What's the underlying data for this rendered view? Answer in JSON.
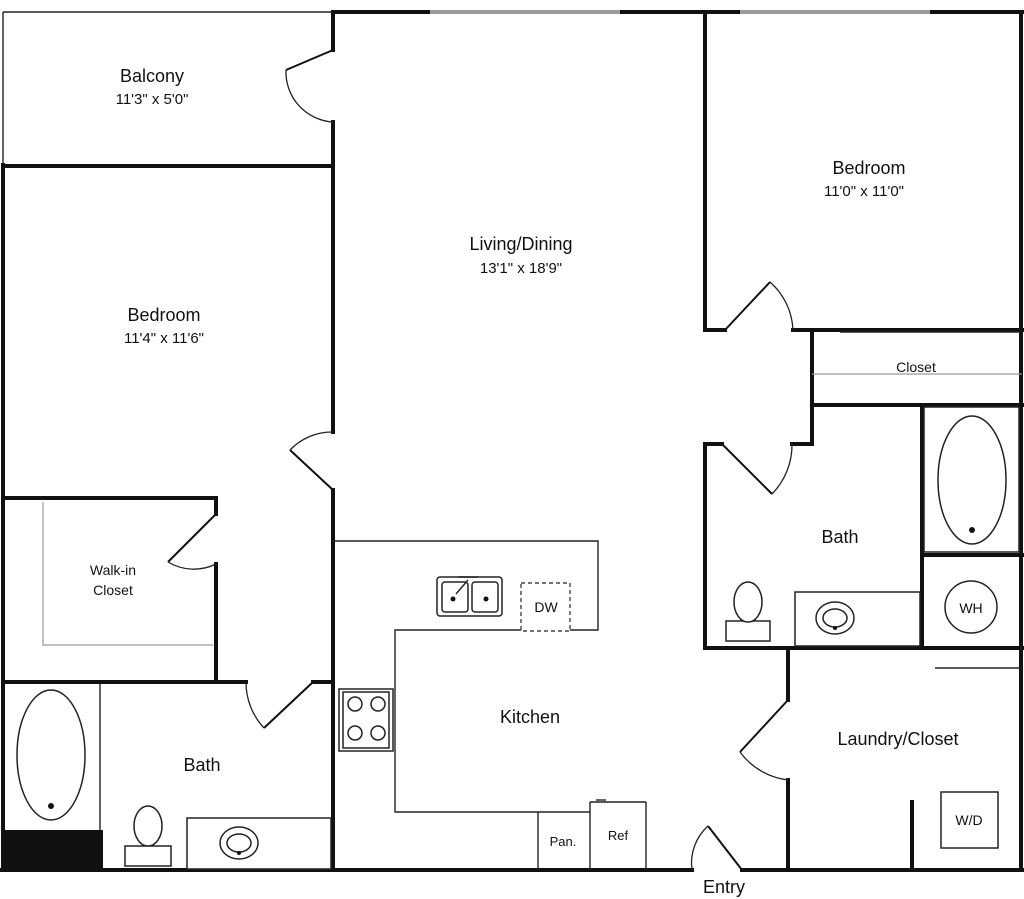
{
  "rooms": {
    "balcony": {
      "name": "Balcony",
      "dims": "11'3\" x 5'0\""
    },
    "living": {
      "name": "Living/Dining",
      "dims": "13'1\" x 18'9\""
    },
    "bedroom_right": {
      "name": "Bedroom",
      "dims": "11'0\" x 11'0\""
    },
    "bedroom_left": {
      "name": "Bedroom",
      "dims": "11'4\" x 11'6\""
    },
    "closet": {
      "name": "Closet"
    },
    "walkin": {
      "line1": "Walk-in",
      "line2": "Closet"
    },
    "bath_right": {
      "name": "Bath"
    },
    "bath_left": {
      "name": "Bath"
    },
    "kitchen": {
      "name": "Kitchen"
    },
    "laundry": {
      "name": "Laundry/Closet"
    }
  },
  "fixtures": {
    "dishwasher": "DW",
    "water_heater": "WH",
    "washer_dryer": "W/D",
    "pantry": "Pan.",
    "refrigerator": "Ref"
  },
  "entry": "Entry"
}
